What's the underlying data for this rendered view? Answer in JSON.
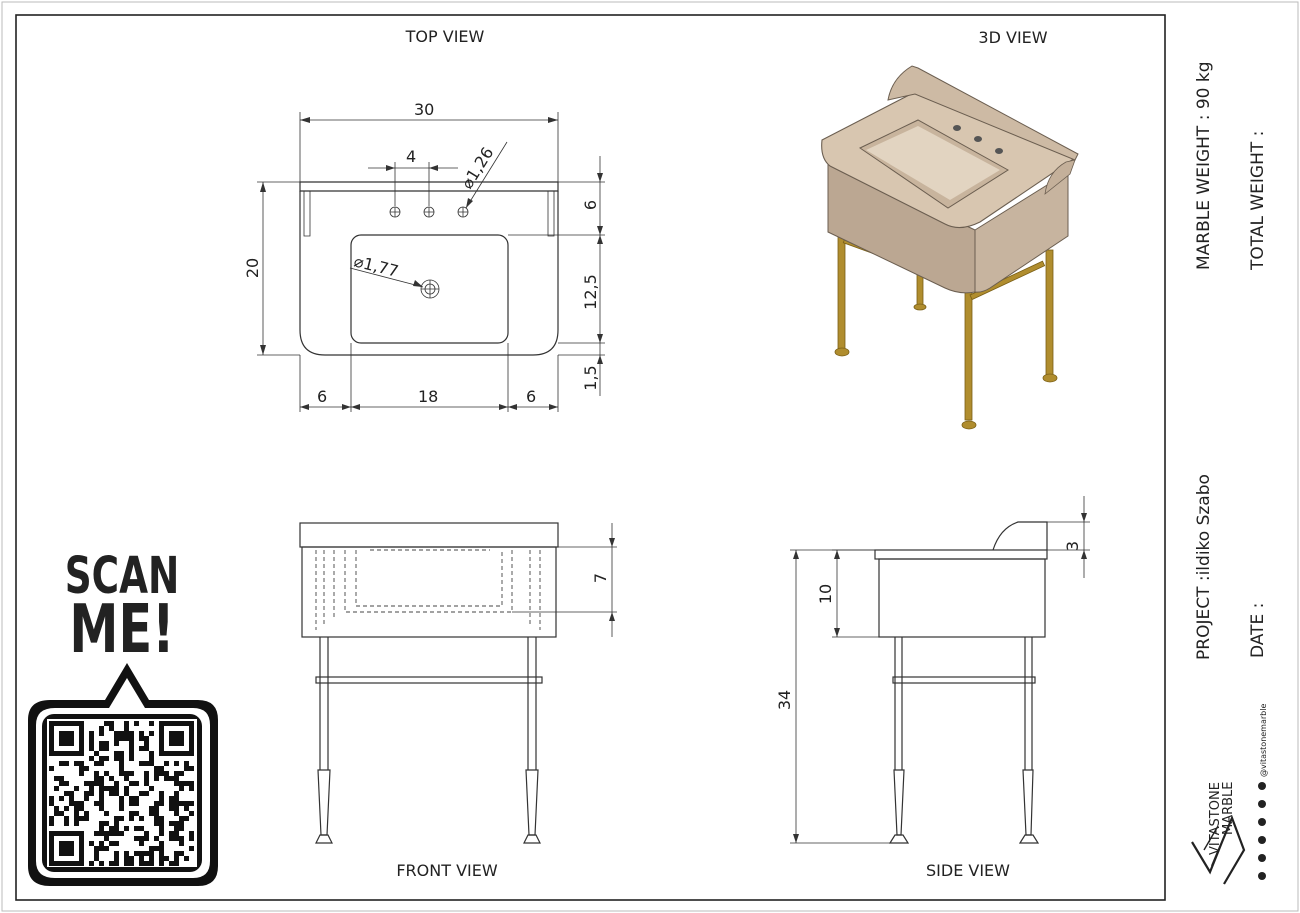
{
  "views": {
    "top_title": "TOP VIEW",
    "iso_title": "3D VIEW",
    "front_title": "FRONT VIEW",
    "side_title": "SIDE VIEW"
  },
  "top_dims": {
    "overall_width": "30",
    "tap_spacing": "4",
    "tap_hole": "⌀1,26",
    "drain_hole": "⌀1,77",
    "depth": "20",
    "back_offset": "6",
    "basin_depth": "12,5",
    "front_offset": "1,5",
    "left_margin": "6",
    "basin_width": "18",
    "right_margin": "6"
  },
  "front_dims": {
    "basin_height": "7"
  },
  "side_dims": {
    "apron_height": "10",
    "overall_height": "34",
    "splash_height": "3"
  },
  "scan": {
    "line1": "SCAN",
    "line2": "ME!"
  },
  "title_block": {
    "marble_weight": "MARBLE WEIGHT : 90 kg",
    "total_weight": "TOTAL WEIGHT :",
    "project": "PROJECT :ildiko Szabo",
    "date": "DATE :",
    "brand1": "VITASTONE",
    "brand2": "MARBLE",
    "social": "@vitastonemarble"
  },
  "colors": {
    "marble": "#c9b6a0",
    "brass": "#b08d2e"
  }
}
